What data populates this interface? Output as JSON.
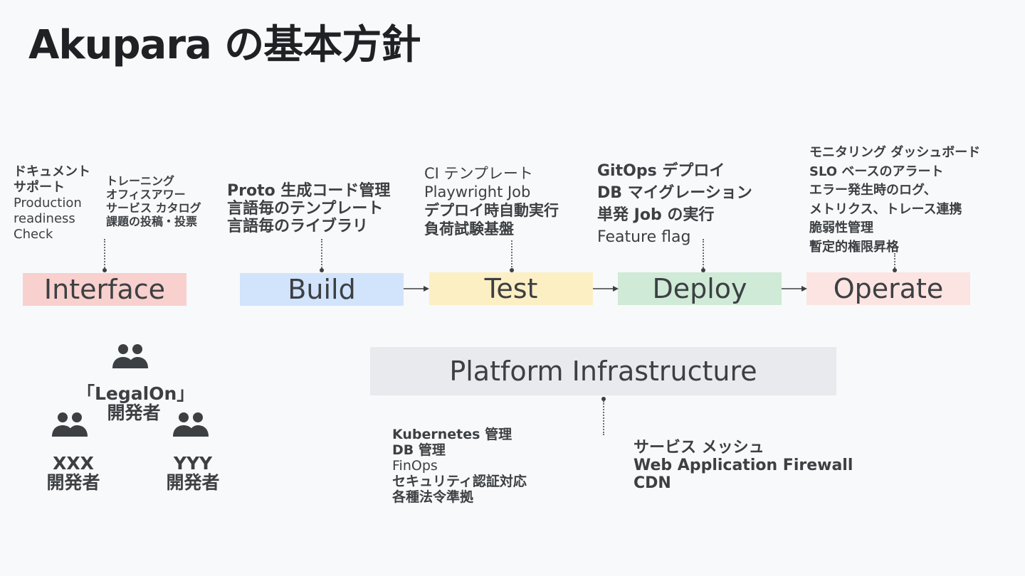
{
  "title": "Akupara の基本方針",
  "stages": {
    "interface": {
      "label": "Interface",
      "color": "#f8d0cd",
      "notes_left": [
        "ドキュメント",
        "サポート",
        "Production",
        "readiness",
        "Check"
      ],
      "notes_right": [
        "トレーニング",
        "オフィスアワー",
        "サービス カタログ",
        "課題の投稿・投票"
      ]
    },
    "build": {
      "label": "Build",
      "color": "#d2e3fc",
      "notes": [
        "Proto 生成コード管理",
        "言語毎のテンプレート",
        "言語毎のライブラリ"
      ]
    },
    "test": {
      "label": "Test",
      "color": "#fcefc4",
      "notes": [
        "CI テンプレート",
        "Playwright Job",
        "デプロイ時自動実行",
        "負荷試験基盤"
      ]
    },
    "deploy": {
      "label": "Deploy",
      "color": "#cfead6",
      "notes": [
        "GitOps デプロイ",
        "DB マイグレーション",
        "単発 Job の実行",
        "Feature flag"
      ]
    },
    "operate": {
      "label": "Operate",
      "color": "#fce4e2",
      "notes": [
        "モニタリング ダッシュボード",
        "SLO ベースのアラート",
        "エラー発生時のログ、",
        "メトリクス、トレース連携",
        "脆弱性管理",
        "暫定的権限昇格"
      ]
    }
  },
  "platform": {
    "label": "Platform Infrastructure",
    "color": "#e8eaed",
    "notes_left": [
      "Kubernetes 管理",
      "DB 管理",
      "FinOps",
      "セキュリティ認証対応",
      "各種法令準拠"
    ],
    "notes_right": [
      "サービス メッシュ",
      "Web Application Firewall",
      "CDN"
    ]
  },
  "developers": {
    "legalon": [
      "「LegalOn」",
      "開発者"
    ],
    "xxx": [
      "XXX",
      "開発者"
    ],
    "yyy": [
      "YYY",
      "開発者"
    ]
  }
}
